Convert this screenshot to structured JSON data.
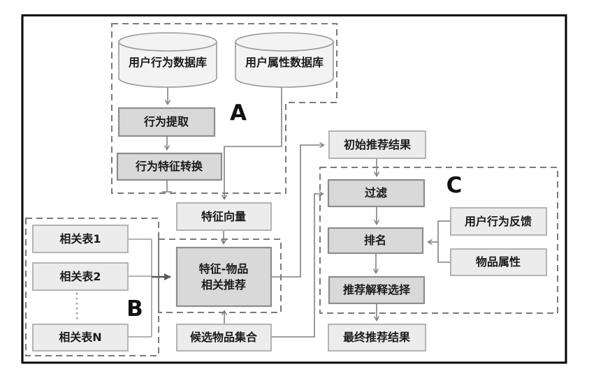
{
  "figure": {
    "section_labels": {
      "a": "A",
      "b": "B",
      "c": "C"
    },
    "nodes": {
      "behavior_db": "用户行为数据库",
      "attribute_db": "用户属性数据库",
      "behavior_extraction": "行为提取",
      "behavior_feature_transform": "行为特征转换",
      "feature_vector": "特征向量",
      "feature_item_rec_line1": "特征-物品",
      "feature_item_rec_line2": "相关推荐",
      "related_table_1": "相关表1",
      "related_table_2": "相关表2",
      "related_table_n": "相关表N",
      "initial_results": "初始推荐结果",
      "filter": "过滤",
      "ranking": "排名",
      "explanation_selection": "推荐解释选择",
      "user_behavior_feedback": "用户行为反馈",
      "item_attributes": "物品属性",
      "candidate_item_set": "候选物品集合",
      "final_results": "最终推荐结果"
    },
    "colors": {
      "process_fill": "#d9d9d9",
      "process_border": "#8c8c8c",
      "data_fill": "#ececec",
      "data_border": "#b3b3b3",
      "cylinder_fill": "#f3f3f3",
      "cylinder_border": "#9a9a9a",
      "dashed_border": "#7a7a7a",
      "connector": "#808080",
      "bold_connector": "#595959",
      "frame": "#000000",
      "text": "#1a1a1a"
    }
  }
}
